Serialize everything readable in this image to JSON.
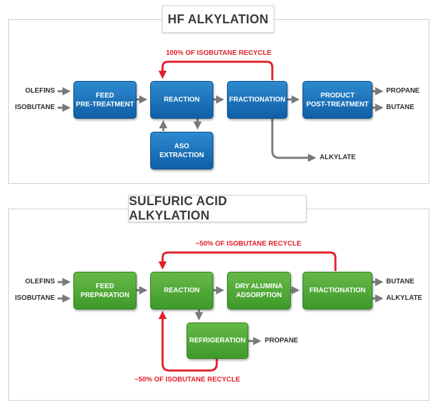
{
  "hf": {
    "title": "HF ALKYLATION",
    "inputs": [
      "OLEFINS",
      "ISOBUTANE"
    ],
    "boxes": {
      "feed": "FEED\nPRE-TREATMENT",
      "reaction": "REACTION",
      "fractionation": "FRACTIONATION",
      "product": "PRODUCT\nPOST-TREATMENT",
      "aso": "ASO\nEXTRACTION"
    },
    "outputs": [
      "PROPANE",
      "BUTANE",
      "ALKYLATE"
    ],
    "recycle": "100% OF ISOBUTANE RECYCLE"
  },
  "sulfuric": {
    "title": "SULFURIC ACID ALKYLATION",
    "inputs": [
      "OLEFINS",
      "ISOBUTANE"
    ],
    "boxes": {
      "feed": "FEED\nPREPARATION",
      "reaction": "REACTION",
      "alumina": "DRY ALUMINA\nADSORPTION",
      "fractionation": "FRACTIONATION",
      "refrigeration": "REFRIGERATION"
    },
    "outputs": [
      "BUTANE",
      "ALKYLATE",
      "PROPANE"
    ],
    "recycle_top": "~50% OF ISOBUTANE  RECYCLE",
    "recycle_bottom": "~50% OF ISOBUTANE  RECYCLE"
  },
  "colors": {
    "hf_box": "#1565b0",
    "sulfuric_box": "#4ea636",
    "flow_arrow": "#7a7a7a",
    "recycle_arrow": "#e2202a"
  }
}
